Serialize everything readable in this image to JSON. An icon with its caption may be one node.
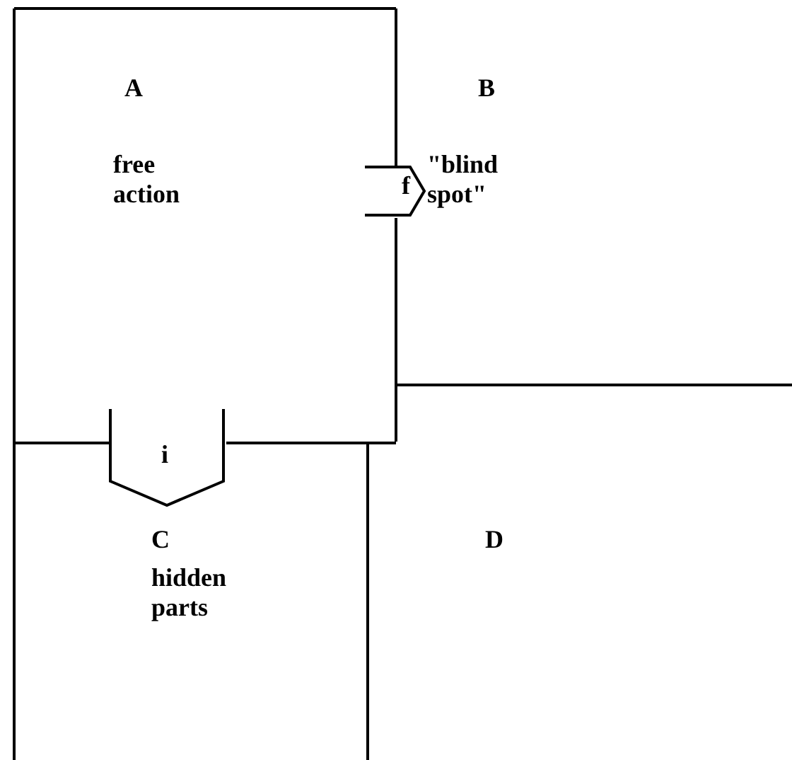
{
  "diagram": {
    "nodes": [
      {
        "text": [
          "A",
          "free action"
        ]
      },
      {
        "text": [
          "B",
          "\"blind spot\""
        ]
      },
      {
        "text": [
          "C",
          "hidden parts"
        ]
      },
      {
        "text": [
          "D"
        ]
      },
      {
        "text": [
          "f"
        ]
      },
      {
        "text": [
          "i"
        ]
      }
    ]
  }
}
